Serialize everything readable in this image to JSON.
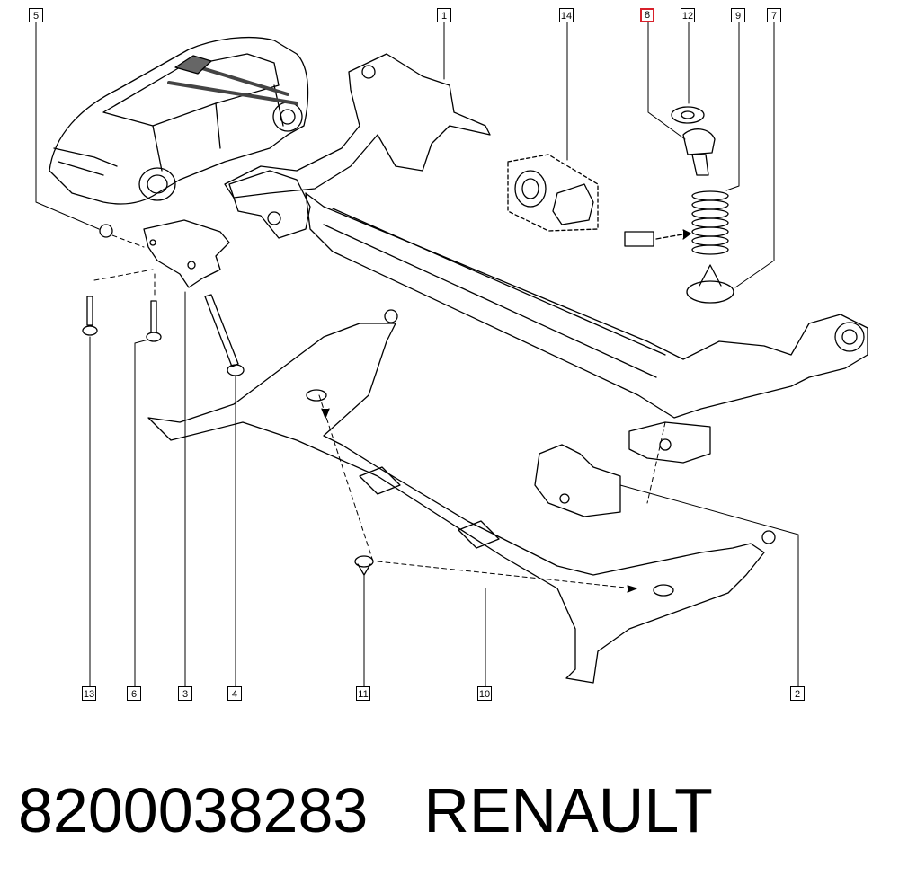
{
  "callouts": {
    "c5": "5",
    "c1": "1",
    "c14": "14",
    "c8": "8",
    "c12": "12",
    "c9": "9",
    "c7": "7",
    "c13": "13",
    "c6": "6",
    "c3": "3",
    "c4": "4",
    "c11": "11",
    "c10": "10",
    "c2": "2"
  },
  "highlight_color": "#d8202a",
  "caption": {
    "part_number": "8200038283",
    "brand": "RENAULT"
  }
}
